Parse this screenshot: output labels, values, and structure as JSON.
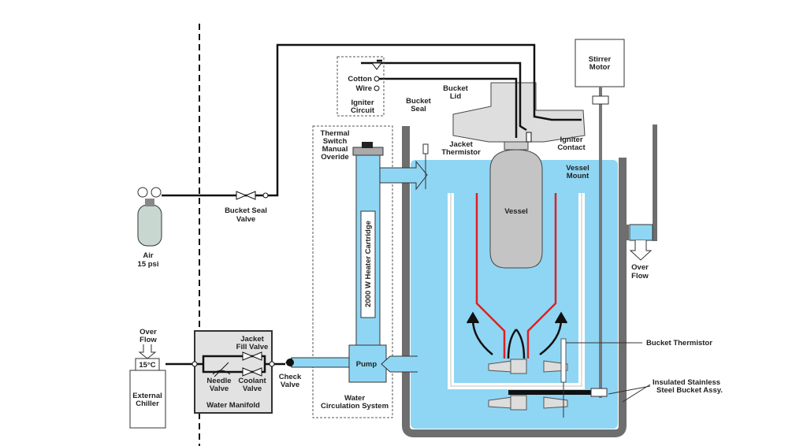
{
  "colors": {
    "water": "#8fd6f4",
    "bucket_wall": "#6e6e6e",
    "vessel": "#c4c4c4",
    "lid": "#dedede",
    "manifold": "#e2e2e2",
    "heat_path": "#e02020",
    "line": "#111111"
  },
  "labels": {
    "air": [
      "Air",
      "15 psi"
    ],
    "bucket_seal_valve": [
      "Bucket Seal",
      "Valve"
    ],
    "cotton": "Cotton",
    "wire": "Wire",
    "igniter_circuit": [
      "Igniter",
      "Circuit"
    ],
    "bucket_lid": [
      "Bucket",
      "Lid"
    ],
    "bucket_seal": [
      "Bucket",
      "Seal"
    ],
    "jacket_thermistor": [
      "Jacket",
      "Thermistor"
    ],
    "thermal_switch": [
      "Thermal",
      "Switch",
      "Manual",
      "Overide"
    ],
    "igniter_contact": [
      "Igniter",
      "Contact"
    ],
    "vessel_mount": [
      "Vessel",
      "Mount"
    ],
    "vessel": "Vessel",
    "stirrer_motor": [
      "Stirrer",
      "Motor"
    ],
    "over_flow_right": [
      "Over",
      "Flow"
    ],
    "heater": "2000 W Heater Cartridge",
    "bucket_thermistor": "Bucket Thermistor",
    "insulated_bucket": [
      "Insulated Stainless",
      "Steel Bucket Assy."
    ],
    "pump": "Pump",
    "water_circulation": [
      "Water",
      "Circulation System"
    ],
    "check_valve": [
      "Check",
      "Valve"
    ],
    "jacket_fill_valve": [
      "Jacket",
      "Fill Valve"
    ],
    "needle_valve": [
      "Needle",
      "Valve"
    ],
    "coolant_valve": [
      "Coolant",
      "Valve"
    ],
    "water_manifold": "Water Manifold",
    "over_flow_left": [
      "Over",
      "Flow"
    ],
    "temperature": "15°C",
    "external_chiller": [
      "External",
      "Chiller"
    ]
  }
}
